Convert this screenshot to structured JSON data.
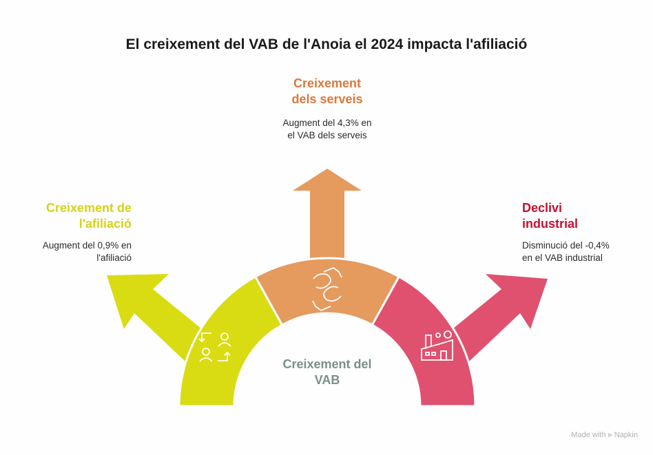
{
  "title": "El creixement del VAB de l'Anoia el 2024 impacta l'afiliació",
  "center_label": [
    "Creixement del",
    "VAB"
  ],
  "branches": [
    {
      "title": [
        "Creixement de",
        "l'afiliació"
      ],
      "desc": [
        "Augment del 0,9% en",
        "l'afiliació"
      ],
      "color": "#d9dc12",
      "title_color": "#d6d416",
      "icon": "people-exchange-icon"
    },
    {
      "title": [
        "Creixement",
        "dels serveis"
      ],
      "desc": [
        "Augment del 4,3% en",
        "el VAB dels serveis"
      ],
      "color": "#e59a5e",
      "title_color": "#d9793a",
      "icon": "handshake-icon"
    },
    {
      "title": [
        "Declivi",
        "industrial"
      ],
      "desc": [
        "Disminució del -0,4%",
        "en el VAB industrial"
      ],
      "color": "#e0516f",
      "title_color": "#c8102e",
      "icon": "factory-icon"
    }
  ],
  "watermark": "Made with ⪢ Napkin"
}
